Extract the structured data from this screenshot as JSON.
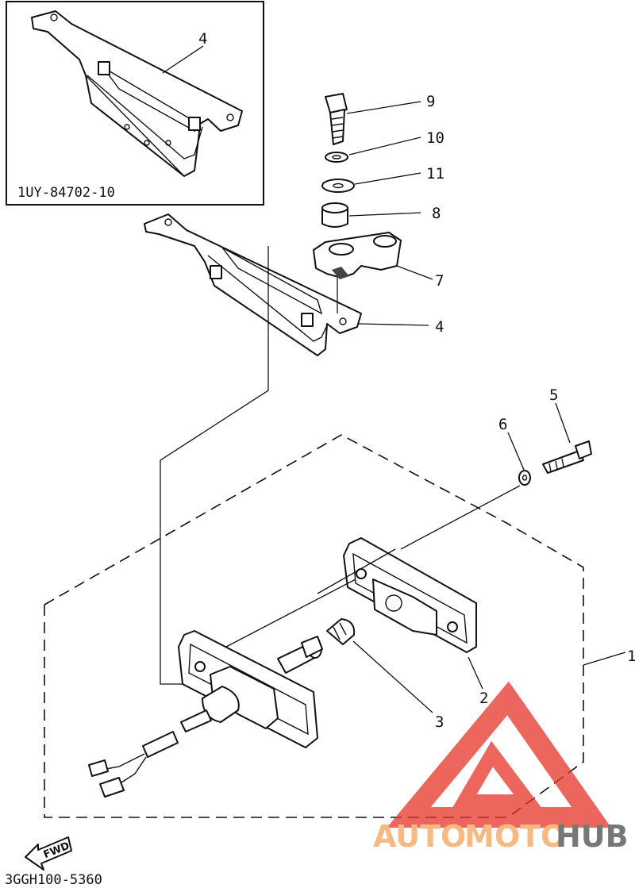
{
  "inset": {
    "code": "1UY-84702-10",
    "part_number": "4"
  },
  "parts": [
    {
      "id": "label-9",
      "number": "9"
    },
    {
      "id": "label-10",
      "number": "10"
    },
    {
      "id": "label-11",
      "number": "11"
    },
    {
      "id": "label-8",
      "number": "8"
    },
    {
      "id": "label-7",
      "number": "7"
    },
    {
      "id": "label-4",
      "number": "4"
    },
    {
      "id": "label-5",
      "number": "5"
    },
    {
      "id": "label-6",
      "number": "6"
    },
    {
      "id": "label-1",
      "number": "1"
    },
    {
      "id": "label-2",
      "number": "2"
    },
    {
      "id": "label-3",
      "number": "3"
    }
  ],
  "fwd_label": "FWD",
  "diagram_code": "3GGH100-5360",
  "watermark": {
    "part1": "AUTO",
    "part2": "MOTO",
    "part3": "HUB",
    "color_main": "#f4a259",
    "color_accent": "#e63329",
    "color_dark": "#4a4a4a"
  }
}
